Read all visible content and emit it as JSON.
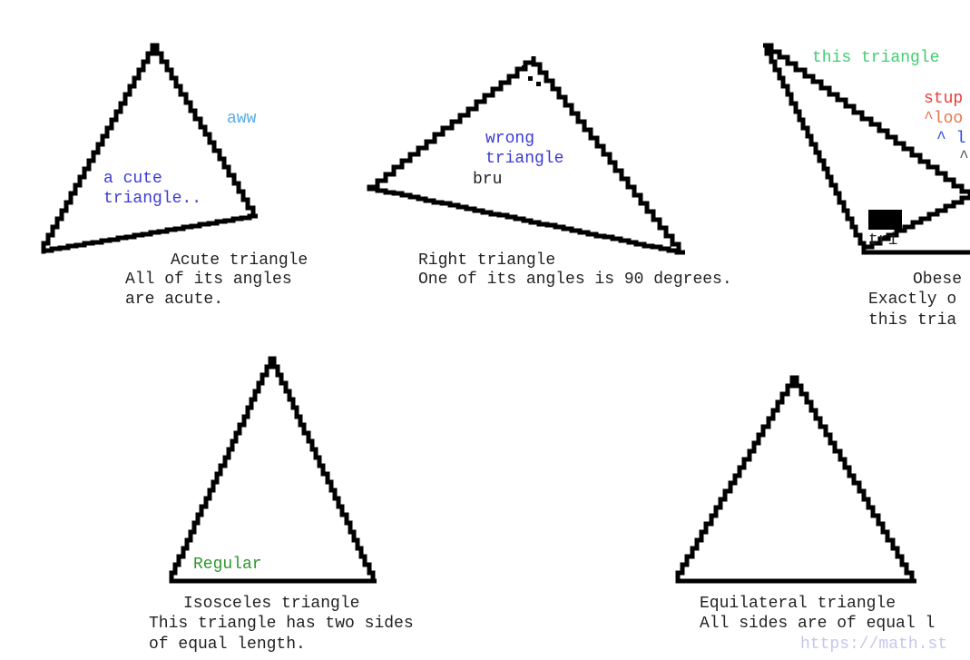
{
  "acute": {
    "title": "Acute triangle",
    "desc_line1": "All of its angles",
    "desc_line2": "are acute.",
    "note_aww": "aww",
    "note_cute_line1": "a cute",
    "note_cute_line2": "triangle.."
  },
  "right": {
    "title": "Right triangle",
    "desc_line1": "One of its angles is 90 degrees.",
    "note_wrong_line1": "wrong",
    "note_wrong_line2": "triangle",
    "note_bru": "bru"
  },
  "obtuse": {
    "title": "Obese",
    "desc_line1": "Exactly o",
    "desc_line2": "this tria",
    "note_this": "this triangle",
    "note_stup": "stup",
    "note_loo": "^loo",
    "note_l": "^ l",
    "note_caret": "^",
    "note_tri": "tri"
  },
  "isosceles": {
    "title": "Isosceles triangle",
    "desc_line1": "This triangle has two sides",
    "desc_line2": "of equal length.",
    "note_regular": "Regular"
  },
  "equilateral": {
    "title": "Equilateral triangle",
    "desc_line1": "All sides are of equal l"
  },
  "footer": {
    "link": "https://math.st"
  },
  "colors": {
    "stroke": "#000000",
    "blue": "#3a3ad6",
    "sky": "#58aee8",
    "green": "#3fce70",
    "dark_green": "#2f962f",
    "red": "#ee3b3b",
    "orange": "#e8744a",
    "link": "#c6c6ee"
  }
}
